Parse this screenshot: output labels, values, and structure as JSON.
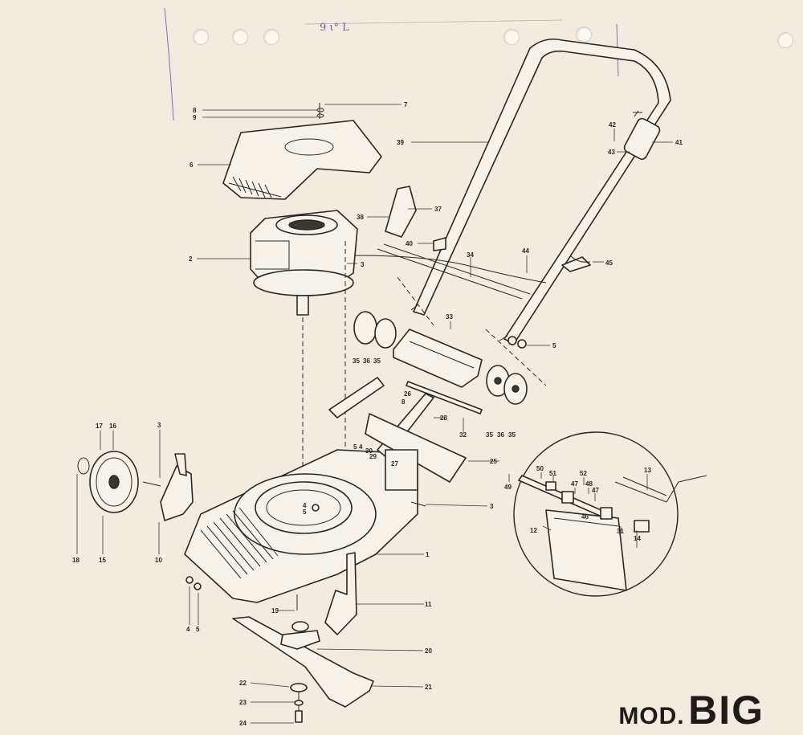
{
  "title": {
    "prefix": "MOD.",
    "model": "BIG"
  },
  "handwriting": "9 ι° L",
  "labels": {
    "l1": "1",
    "l2": "2",
    "l3a": "3",
    "l3b": "3",
    "l3c": "3",
    "l4a": "4",
    "l4b": "4",
    "l4c": "4",
    "l5a": "5",
    "l5b": "5",
    "l5c": "5",
    "l5d": "5",
    "l6": "6",
    "l7": "7",
    "l8a": "8",
    "l8b": "8",
    "l9": "9",
    "l10": "10",
    "l11": "11",
    "l12": "12",
    "l13": "13",
    "l14": "14",
    "l15": "15",
    "l16": "16",
    "l17": "17",
    "l18": "18",
    "l19": "19",
    "l20": "20",
    "l21": "21",
    "l22": "22",
    "l23": "23",
    "l24": "24",
    "l25": "25",
    "l26": "26",
    "l27": "27",
    "l28": "28",
    "l29": "29",
    "l30": "30",
    "l31": "31",
    "l32": "32",
    "l33": "33",
    "l34": "34",
    "l35a": "35",
    "l35b": "35",
    "l35c": "35",
    "l35d": "35",
    "l36a": "36",
    "l36b": "36",
    "l37": "37",
    "l38": "38",
    "l39": "39",
    "l40": "40",
    "l41": "41",
    "l42": "42",
    "l43": "43",
    "l44": "44",
    "l45": "45",
    "l46": "46",
    "l47a": "47",
    "l47b": "47",
    "l48": "48",
    "l49": "49",
    "l50": "50",
    "l51": "51",
    "l52": "52"
  }
}
